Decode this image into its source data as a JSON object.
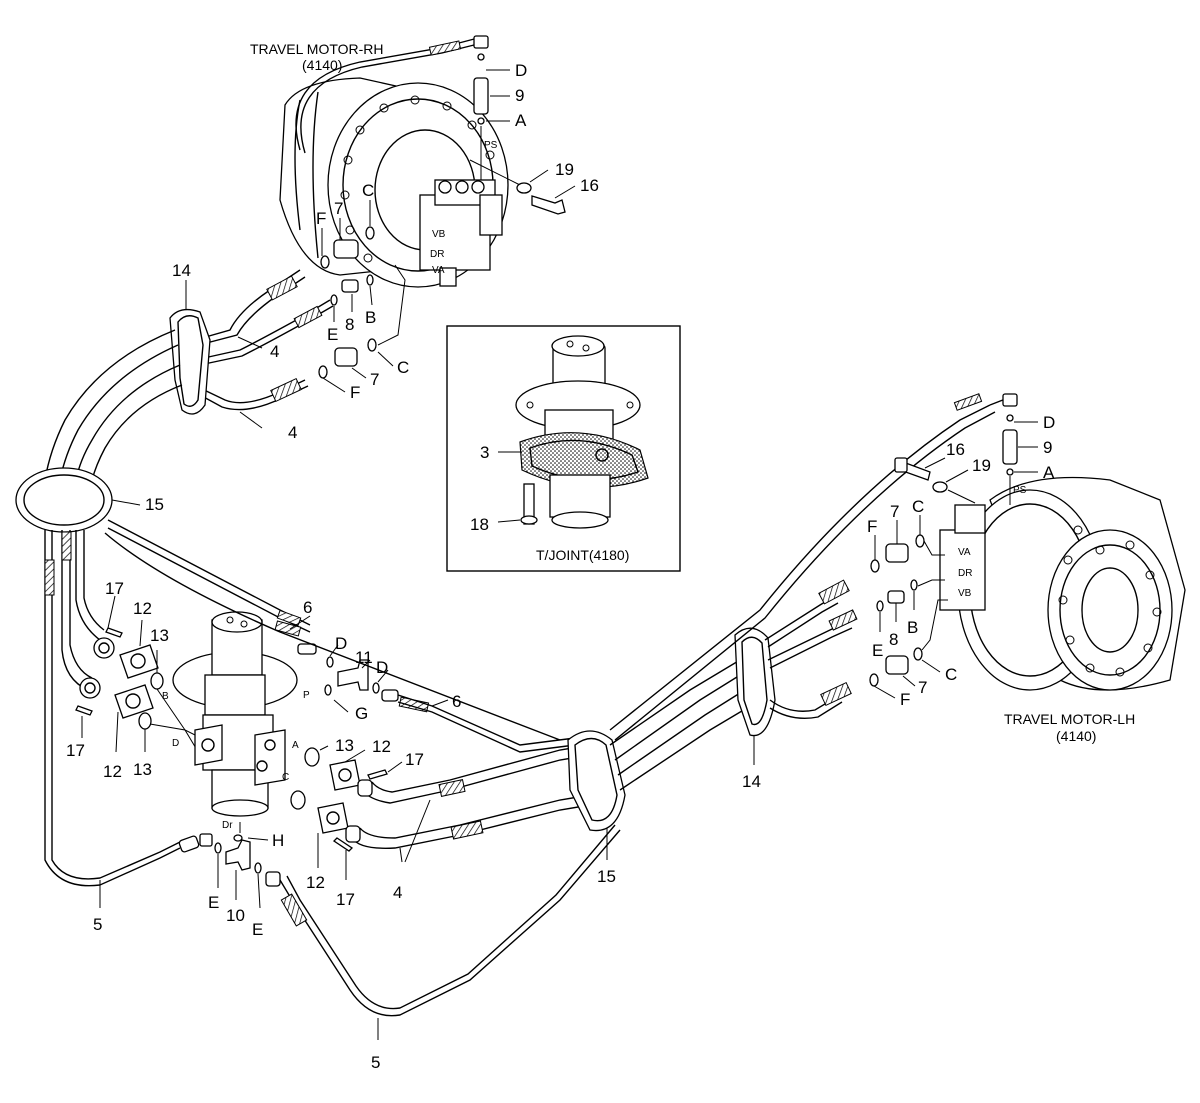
{
  "motors": {
    "rh": {
      "name": "TRAVEL MOTOR-RH",
      "code": "(4140)"
    },
    "lh": {
      "name": "TRAVEL MOTOR-LH",
      "code": "(4140)"
    }
  },
  "inset": {
    "caption": "T/JOINT(4180)"
  },
  "callouts": {
    "rh_D": "D",
    "rh_9": "9",
    "rh_A": "A",
    "rh_PS": "PS",
    "rh_19": "19",
    "rh_16": "16",
    "rh_C_top": "C",
    "rh_7_top": "7",
    "rh_F_top": "F",
    "rh_14": "14",
    "rh_E": "E",
    "rh_8": "8",
    "rh_B": "B",
    "rh_4a": "4",
    "rh_C": "C",
    "rh_7": "7",
    "rh_F": "F",
    "rh_4b": "4",
    "ins_3": "3",
    "ins_18": "18",
    "lh_D": "D",
    "lh_9": "9",
    "lh_A": "A",
    "lh_PS": "PS",
    "lh_16": "16",
    "lh_19": "19",
    "lh_C_top": "C",
    "lh_7_top": "7",
    "lh_F_top": "F",
    "lh_B": "B",
    "lh_8": "8",
    "lh_E": "E",
    "lh_C": "C",
    "lh_7": "7",
    "lh_F": "F",
    "c15_left": "15",
    "c17_a": "17",
    "c12_a": "12",
    "c13_a": "13",
    "c6_top": "6",
    "c11": "11",
    "c_D1": "D",
    "c_D2": "D",
    "c_G": "G",
    "c6_bot": "6",
    "c17_b": "17",
    "c12_b": "12",
    "c13_b": "13",
    "c13_c": "13",
    "c12_c": "12",
    "c17_c": "17",
    "c12_d": "12",
    "c17_d": "17",
    "c4": "4",
    "c14": "14",
    "c15_bot": "15",
    "c_H": "H",
    "c_E1": "E",
    "c10": "10",
    "c_E2": "E",
    "c5_left": "5",
    "c5_bot": "5"
  },
  "port_marks": {
    "tj_B": "B",
    "tj_D": "D",
    "tj_P": "P",
    "tj_A": "A",
    "tj_C": "C",
    "tj_Dr": "Dr",
    "rh_VB": "VB",
    "rh_DR": "DR",
    "rh_VA": "VA",
    "lh_VA": "VA",
    "lh_DR": "DR",
    "lh_VB": "VB"
  }
}
